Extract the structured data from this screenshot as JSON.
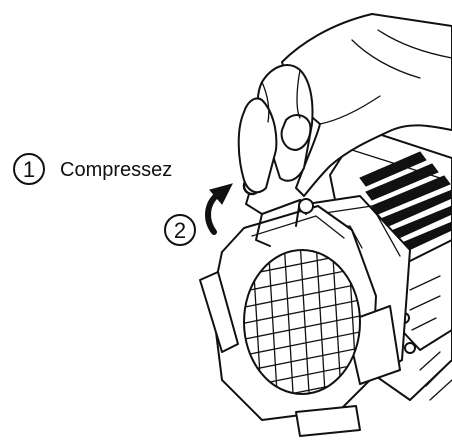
{
  "steps": [
    {
      "number": "1",
      "text": "Compressez"
    },
    {
      "number": "2",
      "text": ""
    }
  ],
  "icons": {
    "rotate_arrow": "curved-rotation-arrow-icon"
  }
}
